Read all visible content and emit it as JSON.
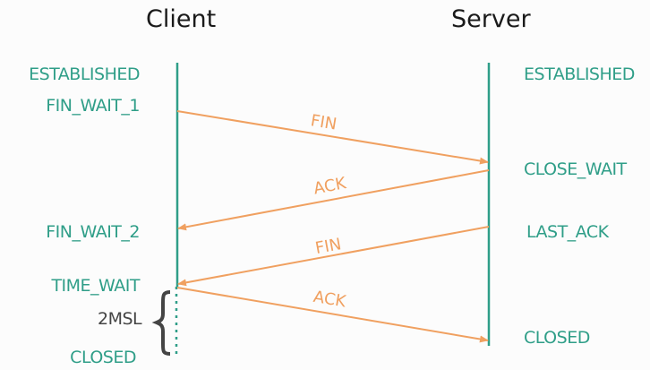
{
  "titles": {
    "client": "Client",
    "server": "Server"
  },
  "client_states": [
    "ESTABLISHED",
    "FIN_WAIT_1",
    "FIN_WAIT_2",
    "TIME_WAIT",
    "CLOSED"
  ],
  "server_states": [
    "ESTABLISHED",
    "CLOSE_WAIT",
    "LAST_ACK",
    "CLOSED"
  ],
  "messages": [
    {
      "label": "FIN",
      "direction": "client-to-server"
    },
    {
      "label": "ACK",
      "direction": "server-to-client"
    },
    {
      "label": "FIN",
      "direction": "server-to-client"
    },
    {
      "label": "ACK",
      "direction": "client-to-server"
    }
  ],
  "wait_label": "2MSL",
  "colors": {
    "state": "#2f9e88",
    "lifeline": "#2f9e88",
    "message": "#f0a060",
    "title": "#1a1a1a",
    "brace": "#444444"
  }
}
